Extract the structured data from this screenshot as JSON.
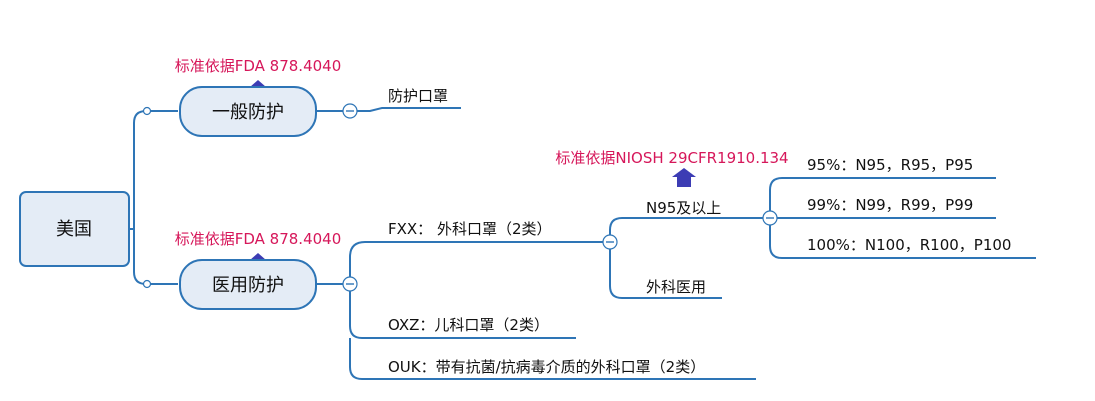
{
  "root": {
    "label": "美国"
  },
  "branches": [
    {
      "label": "一般防护",
      "annotation": "标准依据FDA 878.4040",
      "children": [
        {
          "label": "防护口罩"
        }
      ]
    },
    {
      "label": "医用防护",
      "annotation": "标准依据FDA 878.4040",
      "children": [
        {
          "label": "FXX：  外科口罩（2类）",
          "children": [
            {
              "label": "N95及以上",
              "annotation": "标准依据NIOSH 29CFR1910.134",
              "children": [
                {
                  "label": "95%：N95，R95，P95"
                },
                {
                  "label": "99%：N99，R99，P99"
                },
                {
                  "label": "100%：N100，R100，P100"
                }
              ]
            },
            {
              "label": "外科医用"
            }
          ]
        },
        {
          "label": "OXZ：儿科口罩（2类）"
        },
        {
          "label": "OUK：带有抗菌/抗病毒介质的外科口罩（2类）"
        }
      ]
    }
  ],
  "colors": {
    "line": "#2e75b6",
    "node_fill": "#e4ecf6",
    "node_border": "#2e75b6",
    "annotation_text": "#d6175a",
    "arrow": "#3c3cb4",
    "text": "#111111"
  }
}
